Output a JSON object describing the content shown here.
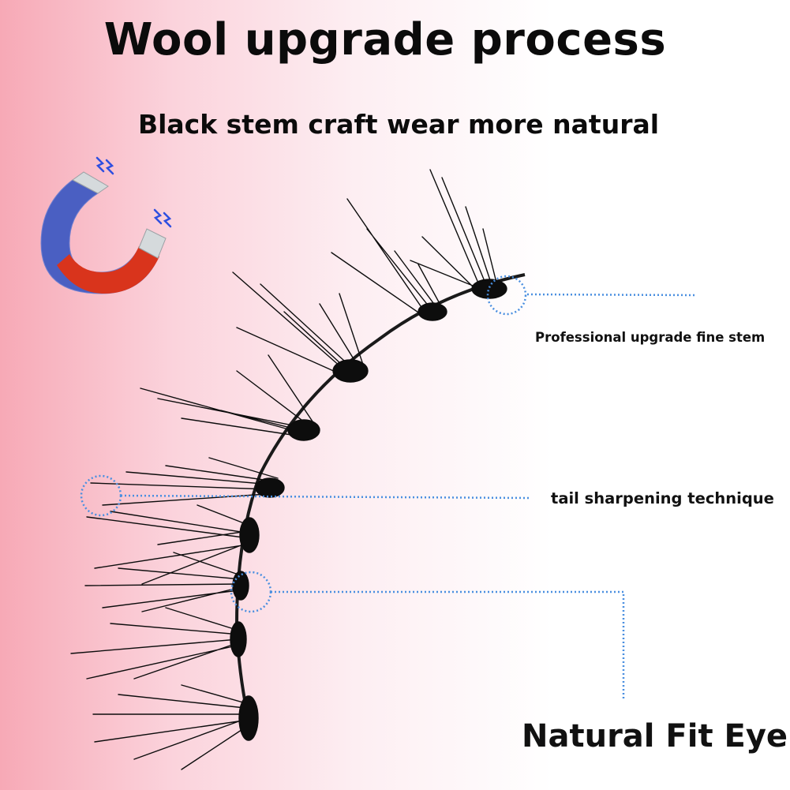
{
  "title": "Wool upgrade process",
  "subtitle": "Black stem craft wear more natural",
  "callouts": [
    {
      "label": "Professional upgrade fine stem"
    },
    {
      "label": "tail sharpening technique"
    },
    {
      "label": "Natural Fit Eye"
    }
  ],
  "icons": {
    "magnet": "magnet-icon",
    "spark": "lightning-spark-icon"
  },
  "colors": {
    "magnet_blue": "#4a5fc2",
    "magnet_red": "#d9341c",
    "magnet_tip": "#cfd4d6",
    "spark": "#2f4fe0",
    "callout_line": "#4a8fe0",
    "lash": "#0d0d0d"
  }
}
